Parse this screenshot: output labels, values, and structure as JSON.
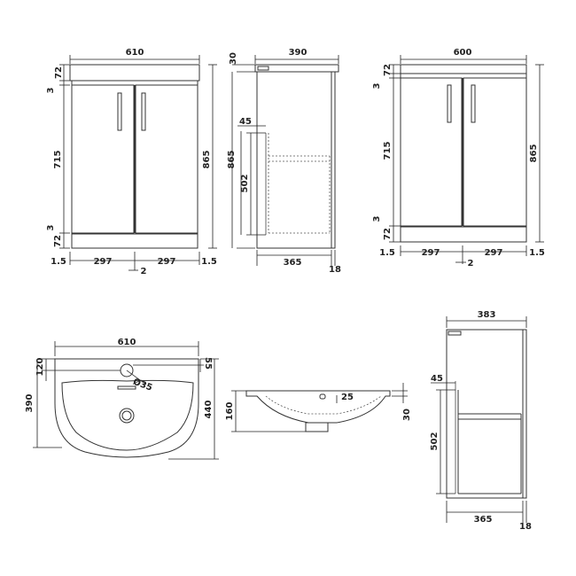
{
  "front_view": {
    "width": "610",
    "height": "865",
    "top_slab": "72",
    "bottom_plinth": "72",
    "gap_top": "3",
    "gap_bottom": "3",
    "door_height": "715",
    "left_side": "1.5",
    "door_left": "297",
    "door_right": "297",
    "right_side": "1.5",
    "door_gap": "2"
  },
  "side_view": {
    "depth": "390",
    "top_thickness": "30",
    "height": "865",
    "shelf_offset": "45",
    "shelf_height": "502",
    "body_depth": "365",
    "door_thickness": "18"
  },
  "front_view_alt": {
    "width": "600",
    "height": "865",
    "top_slab": "72",
    "bottom_plinth": "72",
    "gap_top": "3",
    "gap_bottom": "3",
    "door_height": "715",
    "left_side": "1.5",
    "door_left": "297",
    "door_right": "297",
    "right_side": "1.5",
    "door_gap": "2"
  },
  "basin_top": {
    "width": "610",
    "depth_rear": "390",
    "depth_front": "440",
    "tap_offset": "120",
    "rim_to_tap": "55",
    "tap_hole": "Ø35"
  },
  "basin_side": {
    "height": "160",
    "rim": "25",
    "lip": "30"
  },
  "side_view_alt": {
    "depth": "383",
    "shelf_offset": "45",
    "shelf_height": "502",
    "body_depth": "365",
    "door_thickness": "18"
  }
}
